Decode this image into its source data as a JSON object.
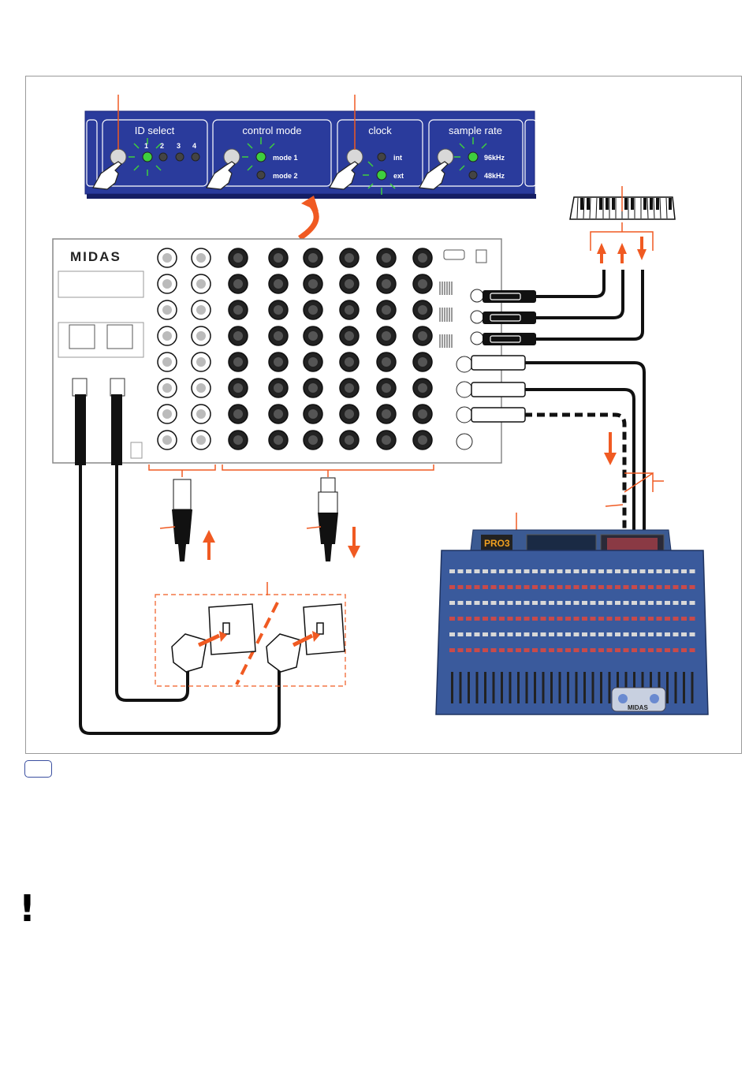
{
  "control_panel": {
    "sections": [
      {
        "title": "ID select",
        "leds": [
          "1",
          "2",
          "3",
          "4"
        ]
      },
      {
        "title": "control mode",
        "leds": [
          "mode 1",
          "mode 2"
        ]
      },
      {
        "title": "clock",
        "leds": [
          "int",
          "ext"
        ]
      },
      {
        "title": "sample rate",
        "leds": [
          "96kHz",
          "48kHz"
        ]
      }
    ]
  },
  "console": {
    "badge": "PRO3"
  },
  "brand": "MIDAS",
  "warning_symbol": "!",
  "icons": [
    "pointing-hand-icon",
    "keyboard-icon",
    "xlr-male-connector-icon",
    "xlr-female-connector-icon",
    "power-plug-icon",
    "wall-socket-icon",
    "direction-arrow-icon"
  ],
  "colors": {
    "panel_blue": "#2a3b9c",
    "led_green": "#3ecf3e",
    "accent_orange": "#f05a22",
    "rack_border": "#888888",
    "note_badge": "#3a4fa0"
  }
}
